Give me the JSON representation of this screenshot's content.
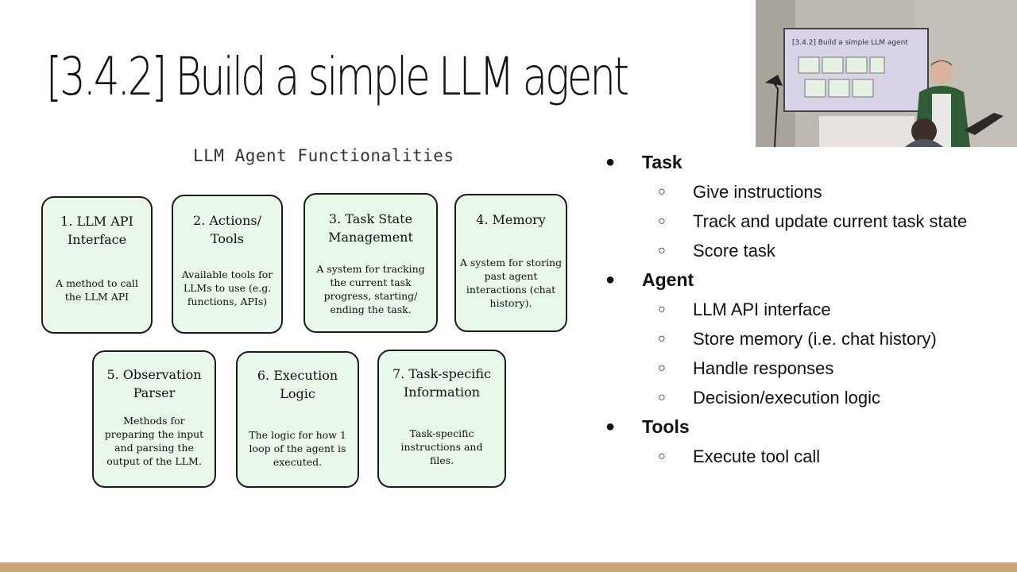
{
  "slide": {
    "title": "[3.4.2] Build a simple LLM agent"
  },
  "diagram": {
    "title": "LLM Agent Functionalities",
    "cards": [
      {
        "title": "1. LLM API Interface",
        "desc": "A method to call the LLM API"
      },
      {
        "title": "2. Actions/ Tools",
        "desc": "Available tools for LLMs to use (e.g. functions, APIs)"
      },
      {
        "title": "3. Task State Management",
        "desc": "A system for tracking the current task progress, starting/ ending the task."
      },
      {
        "title": "4. Memory",
        "desc": "A system for storing past agent interactions (chat history)."
      },
      {
        "title": "5. Observation Parser",
        "desc": "Methods for preparing the input and parsing the output of the LLM."
      },
      {
        "title": "6. Execution Logic",
        "desc": "The logic for how 1 loop of the agent is executed."
      },
      {
        "title": "7. Task-specific Information",
        "desc": "Task-specific instructions and files."
      }
    ]
  },
  "bullets": [
    {
      "label": "Task",
      "items": [
        "Give instructions",
        "Track and update current task state",
        "Score task"
      ]
    },
    {
      "label": "Agent",
      "items": [
        "LLM API interface",
        "Store memory (i.e. chat history)",
        "Handle responses",
        "Decision/execution logic"
      ]
    },
    {
      "label": "Tools",
      "items": [
        "Execute tool call"
      ]
    }
  ],
  "webcam": {
    "screen_title": "[3.4.2] Build a simple LLM agent"
  },
  "colors": {
    "card_fill": "#e9f8e8",
    "card_border": "#1b1b1b",
    "bottom_bar": "#c9a57c"
  }
}
